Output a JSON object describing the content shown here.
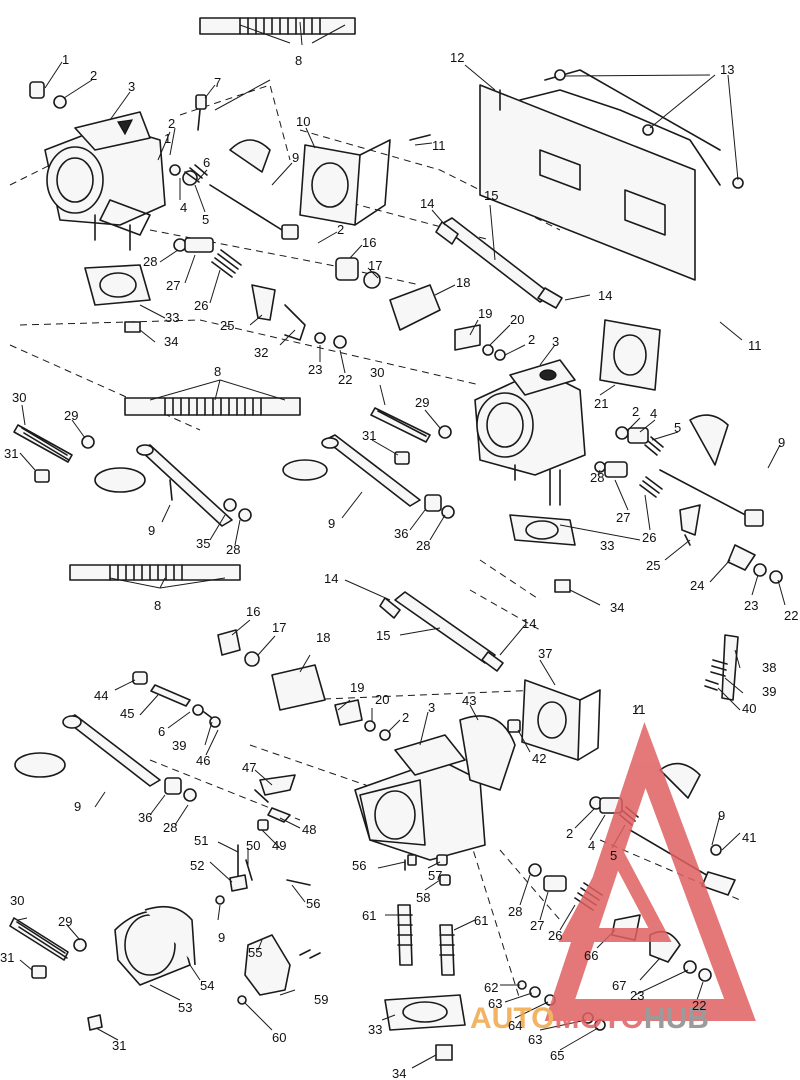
{
  "callouts": [
    {
      "n": "1"
    },
    {
      "n": "2"
    },
    {
      "n": "3"
    },
    {
      "n": "7"
    },
    {
      "n": "2"
    },
    {
      "n": "1"
    },
    {
      "n": "6"
    },
    {
      "n": "9"
    },
    {
      "n": "10"
    },
    {
      "n": "11"
    },
    {
      "n": "12"
    },
    {
      "n": "13"
    },
    {
      "n": "8"
    },
    {
      "n": "4"
    },
    {
      "n": "5"
    },
    {
      "n": "14"
    },
    {
      "n": "15"
    },
    {
      "n": "2"
    },
    {
      "n": "16"
    },
    {
      "n": "17"
    },
    {
      "n": "18"
    },
    {
      "n": "14"
    },
    {
      "n": "19"
    },
    {
      "n": "20"
    },
    {
      "n": "2"
    },
    {
      "n": "3"
    },
    {
      "n": "11"
    },
    {
      "n": "28"
    },
    {
      "n": "27"
    },
    {
      "n": "26"
    },
    {
      "n": "33"
    },
    {
      "n": "34"
    },
    {
      "n": "25"
    },
    {
      "n": "32"
    },
    {
      "n": "23"
    },
    {
      "n": "22"
    },
    {
      "n": "8"
    },
    {
      "n": "30"
    },
    {
      "n": "29"
    },
    {
      "n": "31"
    },
    {
      "n": "30"
    },
    {
      "n": "29"
    },
    {
      "n": "31"
    },
    {
      "n": "21"
    },
    {
      "n": "2"
    },
    {
      "n": "4"
    },
    {
      "n": "5"
    },
    {
      "n": "9"
    },
    {
      "n": "9"
    },
    {
      "n": "35"
    },
    {
      "n": "28"
    },
    {
      "n": "9"
    },
    {
      "n": "36"
    },
    {
      "n": "28"
    },
    {
      "n": "28"
    },
    {
      "n": "27"
    },
    {
      "n": "26"
    },
    {
      "n": "33"
    },
    {
      "n": "25"
    },
    {
      "n": "24"
    },
    {
      "n": "23"
    },
    {
      "n": "22"
    },
    {
      "n": "34"
    },
    {
      "n": "8"
    },
    {
      "n": "14"
    },
    {
      "n": "15"
    },
    {
      "n": "14"
    },
    {
      "n": "16"
    },
    {
      "n": "17"
    },
    {
      "n": "18"
    },
    {
      "n": "37"
    },
    {
      "n": "38"
    },
    {
      "n": "39"
    },
    {
      "n": "40"
    },
    {
      "n": "44"
    },
    {
      "n": "45"
    },
    {
      "n": "6"
    },
    {
      "n": "39"
    },
    {
      "n": "46"
    },
    {
      "n": "19"
    },
    {
      "n": "20"
    },
    {
      "n": "2"
    },
    {
      "n": "3"
    },
    {
      "n": "43"
    },
    {
      "n": "11"
    },
    {
      "n": "42"
    },
    {
      "n": "47"
    },
    {
      "n": "9"
    },
    {
      "n": "36"
    },
    {
      "n": "28"
    },
    {
      "n": "48"
    },
    {
      "n": "49"
    },
    {
      "n": "51"
    },
    {
      "n": "50"
    },
    {
      "n": "52"
    },
    {
      "n": "56"
    },
    {
      "n": "57"
    },
    {
      "n": "58"
    },
    {
      "n": "56"
    },
    {
      "n": "9"
    },
    {
      "n": "2"
    },
    {
      "n": "4"
    },
    {
      "n": "9"
    },
    {
      "n": "41"
    },
    {
      "n": "5"
    },
    {
      "n": "28"
    },
    {
      "n": "27"
    },
    {
      "n": "26"
    },
    {
      "n": "66"
    },
    {
      "n": "30"
    },
    {
      "n": "29"
    },
    {
      "n": "55"
    },
    {
      "n": "61"
    },
    {
      "n": "61"
    },
    {
      "n": "31"
    },
    {
      "n": "54"
    },
    {
      "n": "53"
    },
    {
      "n": "59"
    },
    {
      "n": "67"
    },
    {
      "n": "23"
    },
    {
      "n": "22"
    },
    {
      "n": "62"
    },
    {
      "n": "63"
    },
    {
      "n": "64"
    },
    {
      "n": "33"
    },
    {
      "n": "60"
    },
    {
      "n": "31"
    },
    {
      "n": "63"
    },
    {
      "n": "65"
    },
    {
      "n": "34"
    }
  ],
  "watermark": {
    "part1": "AUTO",
    "part2": "MOTO",
    "part3": "HUB",
    "color_orange": "#f0a848",
    "color_red": "#e06060",
    "color_gray": "#8a8a8a"
  }
}
